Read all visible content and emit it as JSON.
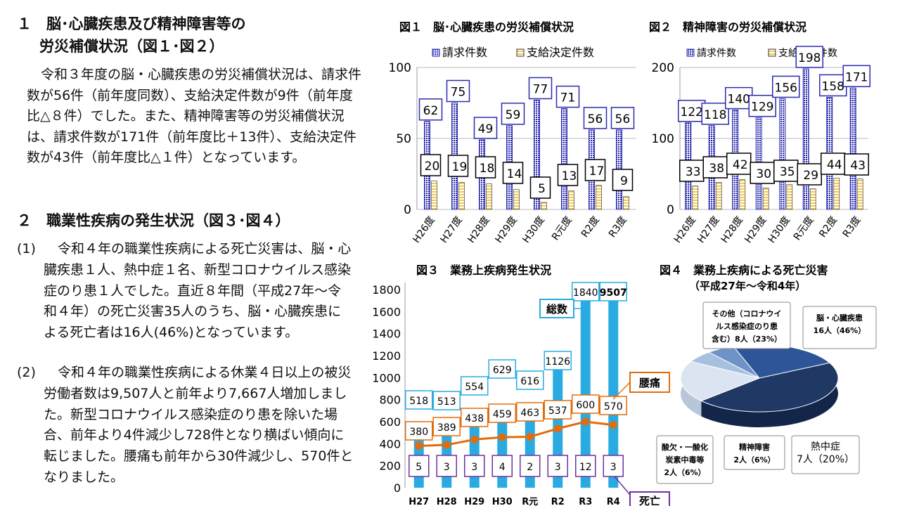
{
  "section1": {
    "title_line1": "１　脳･心臓疾患及び精神障害等の",
    "title_line2": "労災補償状況（図１･図２）",
    "paragraph": "令和３年度の脳・心臓疾患の労災補償状況は、請求件数が56件（前年度同数）、支給決定件数が9件（前年度比△８件）でした。また、精神障害等の労災補償状況は、請求件数が171件（前年度比＋13件）、支給決定件数が43件（前年度比△１件）となっています。"
  },
  "section2": {
    "title": "２　職業性疾病の発生状況（図３･図４）",
    "items": [
      {
        "num": "(1)",
        "text": "令和４年の職業性疾病による死亡災害は、脳・心臓疾患１人、熱中症１名、新型コロナウイルス感染症のり患１人でした。直近８年間（平成27年～令和４年）の死亡災害35人のうち、脳・心臓疾患による死亡者は16人(46%)となっています。"
      },
      {
        "num": "(2)",
        "text": "令和４年の職業性疾病による休業４日以上の被災労働者数は9,507人と前年より7,667人増加しました。新型コロナウイルス感染症のり患を除いた場合、前年より4件減少し728件となり横ばい傾向に転じました。腰痛も前年から30件減少し、570件となりました。"
      }
    ]
  },
  "colors": {
    "blue": "#2b2bb0",
    "yellow": "#f2c94c",
    "cyan": "#29abe2",
    "orange": "#e36c0a",
    "purple": "#7030a0",
    "navy": "#1f3864"
  },
  "chart_data": [
    {
      "type": "bar",
      "title": "図１　脳･心臓疾患の労災補償状況",
      "categories": [
        "H26度",
        "H27度",
        "H28度",
        "H29度",
        "H30度",
        "R元度",
        "R2度",
        "R3度"
      ],
      "series": [
        {
          "name": "請求件数",
          "values": [
            62,
            75,
            49,
            59,
            77,
            71,
            56,
            56
          ]
        },
        {
          "name": "支給決定件数",
          "values": [
            20,
            19,
            18,
            14,
            5,
            13,
            17,
            9
          ]
        }
      ],
      "ylim": [
        0,
        100
      ],
      "yticks": [
        "0",
        "50",
        "100"
      ],
      "legend": "top"
    },
    {
      "type": "bar",
      "title": "図２　精神障害の労災補償状況",
      "categories": [
        "H26度",
        "H27度",
        "H28度",
        "H29度",
        "H30度",
        "R元度",
        "R2度",
        "R3度"
      ],
      "series": [
        {
          "name": "請求件数",
          "values": [
            122,
            118,
            140,
            129,
            156,
            198,
            158,
            171
          ]
        },
        {
          "name": "支給決定件数",
          "values": [
            33,
            38,
            42,
            30,
            35,
            29,
            44,
            43
          ]
        }
      ],
      "ylim": [
        0,
        200
      ],
      "yticks": [
        "0",
        "100",
        "200"
      ],
      "legend": "top"
    },
    {
      "type": "bar",
      "title": "図３　業務上疾病発生状況",
      "categories": [
        "H27",
        "H28",
        "H29",
        "H30",
        "R元",
        "R2",
        "R3",
        "R4"
      ],
      "series": [
        {
          "name": "総数",
          "values": [
            518,
            513,
            554,
            629,
            616,
            1126,
            1840,
            9507
          ]
        },
        {
          "name": "腰痛",
          "values": [
            380,
            389,
            438,
            459,
            463,
            537,
            600,
            570
          ]
        },
        {
          "name": "死亡",
          "values": [
            5,
            3,
            3,
            4,
            2,
            3,
            12,
            3
          ]
        }
      ],
      "ylim": [
        0,
        1800
      ],
      "yticks": [
        "0",
        "200",
        "400",
        "600",
        "800",
        "1000",
        "1200",
        "1400",
        "1600",
        "1800"
      ],
      "total_label": "総数",
      "back_label": "腰痛",
      "death_label": "死亡"
    },
    {
      "type": "pie",
      "title": "図４　業務上疾病による死亡災害",
      "subtitle": "（平成27年～令和4年）",
      "slices": [
        {
          "label": "脳・心臓疾患",
          "text": "16人（46%）",
          "value": 16
        },
        {
          "label": "熱中症",
          "text": "7人（20%）",
          "value": 7
        },
        {
          "label": "精神障害",
          "text": "2人（6%）",
          "value": 2
        },
        {
          "label": "酸欠・一酸化炭素中毒等",
          "text": "2人（6%）",
          "value": 2
        },
        {
          "label": "その他（コロナウイルス感染症のり患含む）",
          "text": "8人（23%）",
          "value": 8
        }
      ]
    }
  ]
}
